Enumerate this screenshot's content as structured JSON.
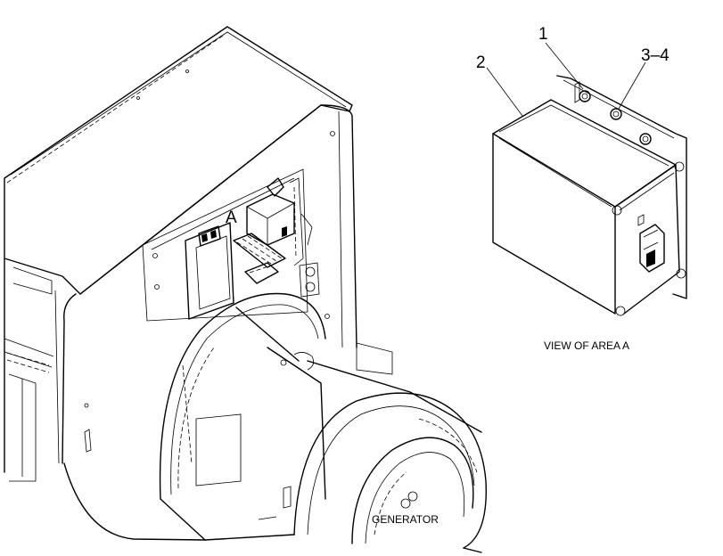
{
  "labels": {
    "area": "A",
    "callout_1": "1",
    "callout_2": "2",
    "callout_3_4": "3–4",
    "view_caption": "VIEW OF AREA  A",
    "generator": "GENERATOR"
  }
}
